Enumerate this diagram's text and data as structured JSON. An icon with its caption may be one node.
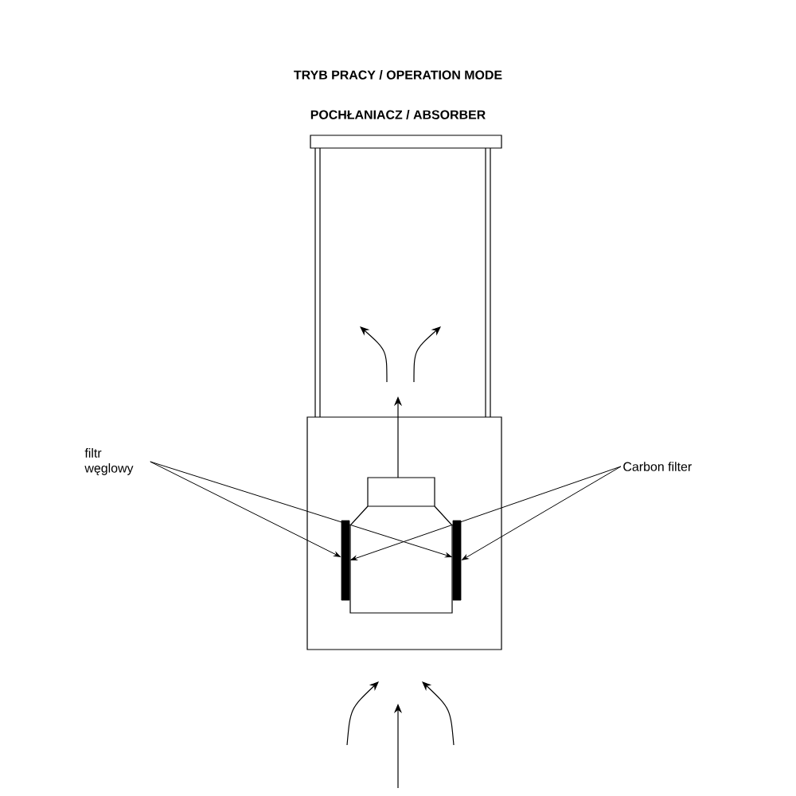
{
  "diagram": {
    "title": "TRYB PRACY / OPERATION MODE",
    "labels": [
      "POCHŁANIACZ / ABSORBER"
    ],
    "nodes": [
      {
        "text": [
          "filtr węglowy"
        ]
      },
      {
        "text": [
          "Carbon filter"
        ]
      },
      {
        "text": [],
        "shape": "bar"
      },
      {
        "text": [],
        "shape": "bar"
      }
    ],
    "edges": [
      {
        "from": 0,
        "to": 2,
        "arrow": "to"
      },
      {
        "from": 0,
        "to": 3,
        "arrow": "to"
      },
      {
        "from": 1,
        "to": 2,
        "arrow": "to"
      },
      {
        "from": 1,
        "to": 3,
        "arrow": "to"
      }
    ]
  }
}
